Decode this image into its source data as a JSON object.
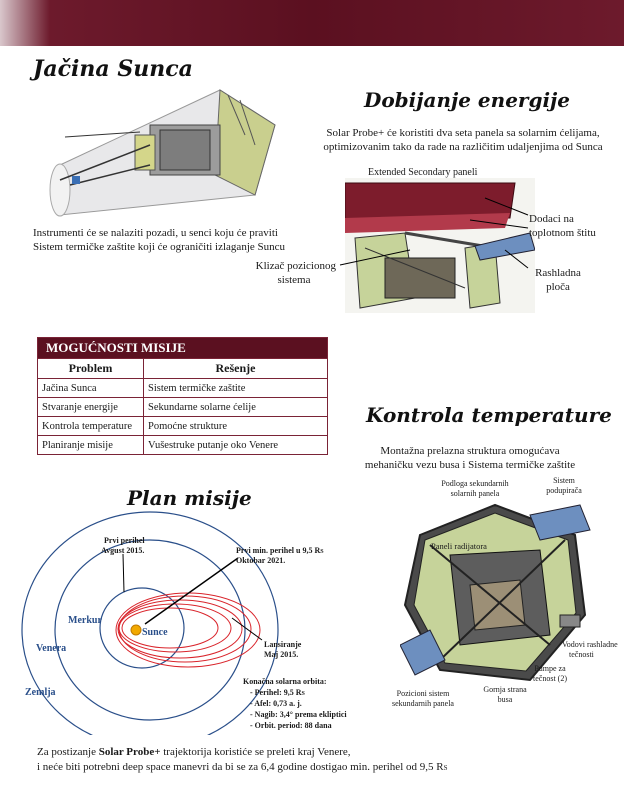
{
  "sections": {
    "sun": {
      "title": "Jačina Sunca",
      "caption_line1": "Instrumenti će se nalaziti pozadi, u senci koju će praviti",
      "caption_line2": "Sistem termičke zaštite koji će ograničiti izlaganje Suncu"
    },
    "energy": {
      "title": "Dobijanje energije",
      "intro_line1": "Solar Probe+ će koristiti dva seta panela sa solarnim ćelijama,",
      "intro_line2": "optimizovanim tako da rade na različitim udaljenjima od Sunca",
      "panel_label": "Extended Secondary paneli",
      "label_shield_1": "Dodaci na",
      "label_shield_2": "toplotnom štitu",
      "label_slider_1": "Klizač pozicionog",
      "label_slider_2": "sistema",
      "label_cooling_1": "Rashladna",
      "label_cooling_2": "ploča"
    },
    "capabilities": {
      "title": "MOGUĆNOSTI  MISIJE",
      "headers": [
        "Problem",
        "Rešenje"
      ],
      "rows": [
        [
          "Jačina Sunca",
          "Sistem termičke zaštite"
        ],
        [
          "Stvaranje energije",
          "Sekundarne solarne ćelije"
        ],
        [
          "Kontrola temperature",
          "Pomoćne strukture"
        ],
        [
          "Planiranje misije",
          "Vušestruke putanje oko Venere"
        ]
      ]
    },
    "temperature": {
      "title": "Kontrola temperature",
      "intro_line1": "Montažna prelazna struktura omogućava",
      "intro_line2": "mehaničku vezu busa i Sistema termičke zaštite",
      "label_substrate_1": "Podloga sekundarnih",
      "label_substrate_2": "solarnih panela",
      "label_support_1": "Sistem",
      "label_support_2": "podupirača",
      "label_radiator": "Paneli radijatora",
      "label_water_1": "Vodovi rashladne",
      "label_water_2": "tečnosti",
      "label_pumps_1": "Pumpe za",
      "label_pumps_2": "tečnost (2)",
      "label_top_1": "Gornja strana",
      "label_top_2": "busa",
      "label_position_1": "Pozicioni sistem",
      "label_position_2": "sekundarnih panela"
    },
    "mission": {
      "title": "Plan misije",
      "first_perihelion_1": "Prvi perihel",
      "first_perihelion_2": "Avgust 2015.",
      "first_min_1": "Prvi min. perihel u 9,5 R",
      "first_min_2": "Oktobar 2021.",
      "launch_1": "Lansiranje",
      "launch_2": "Maj 2015.",
      "merkur": "Merkur",
      "sunce": "Sunce",
      "venera": "Venera",
      "zemlja": "Zemlja",
      "orbit_title": "Konačna solarna orbita:",
      "orbit_items": [
        "Perihel:  9,5 R",
        "Afel:  0,73 a. j.",
        "Nagib:  3,4° prema ekliptici",
        "Orbit. period:  88 dana"
      ]
    },
    "footer": {
      "line1_pre": "Za postizanje ",
      "line1_bold": "Solar Probe+",
      "line1_post": " trajektorija koristiće se preleti kraj Venere,",
      "line2": "i neće biti potrebni deep space manevri da bi se za 6,4 godine dostigao min. perihel od 9,5 R"
    }
  },
  "colors": {
    "header_bar": "#5b1020",
    "orbit_blue": "#2a4f8a",
    "orbit_red": "#d9242b",
    "panel_green": "#c6d39a"
  }
}
